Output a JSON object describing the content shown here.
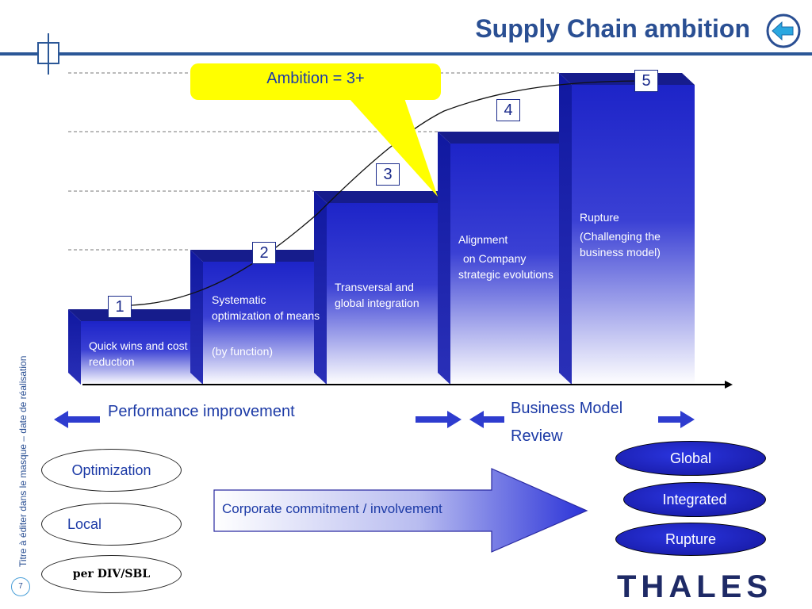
{
  "header": {
    "title": "Supply Chain ambition"
  },
  "side_text": "Titre à éditer dans le masque – date de réalisation",
  "page_number": "7",
  "callout": {
    "text": "Ambition = 3+"
  },
  "steps": [
    {
      "number": "1",
      "label": "Quick wins and cost reduction"
    },
    {
      "number": "2",
      "label": "Systematic optimization of means",
      "sublabel": "(by function)"
    },
    {
      "number": "3",
      "label": "Transversal and global integration"
    },
    {
      "number": "4",
      "label": "Alignment",
      "sublabel": "on Company strategic evolutions"
    },
    {
      "number": "5",
      "label": "Rupture",
      "sublabel": "(Challenging  the business model)"
    }
  ],
  "sections": {
    "left": "Performance improvement",
    "right_line1": "Business Model",
    "right_line2": "Review"
  },
  "left_ovals": [
    "Optimization",
    "Local",
    "per DIV/SBL"
  ],
  "commitment": "Corporate commitment / involvement",
  "right_pills": [
    "Global",
    "Integrated",
    "Rupture"
  ],
  "logo": "THALES"
}
